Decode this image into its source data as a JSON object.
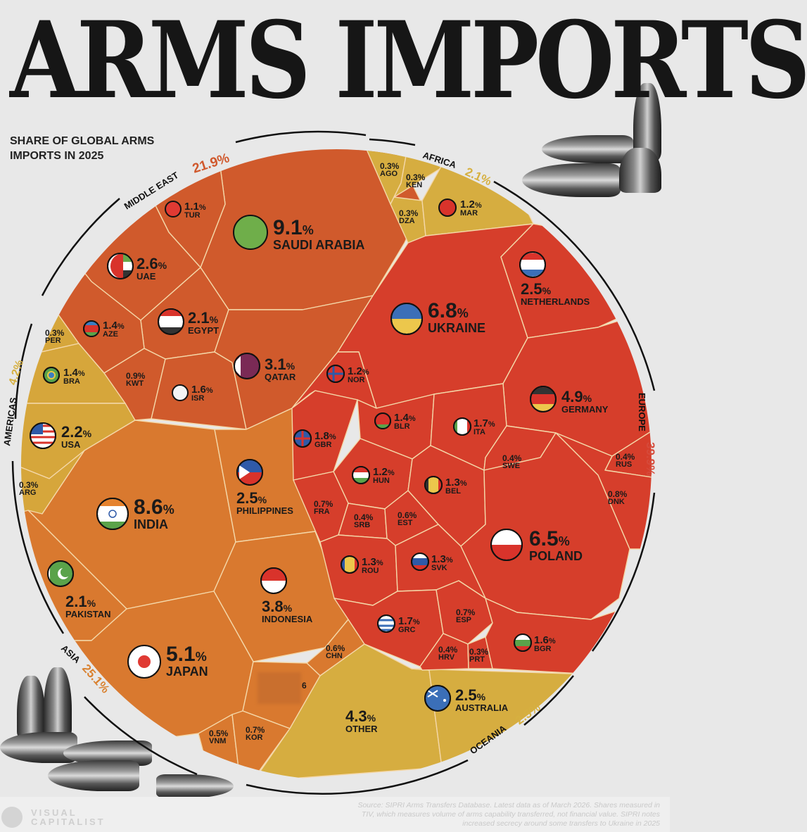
{
  "header": {
    "title": "ARMS IMPORTS",
    "subtitle_line1": "SHARE OF GLOBAL ARMS",
    "subtitle_line2": "IMPORTS IN 2025"
  },
  "colors": {
    "background": "#e8e8e8",
    "middle_east": "#d05a2c",
    "europe": "#d63e2b",
    "asia": "#d9792f",
    "americas": "#d6a63b",
    "africa": "#d6ad40",
    "oceania": "#d6ad40",
    "other": "#d6ad40",
    "cell_border": "#f4d7a8",
    "label_text": "#1a1a1a",
    "region_pct_middle_east": "#d0582c",
    "region_pct_europe": "#d64a3a",
    "region_pct_asia": "#d9812f",
    "region_pct_gold": "#d6b040"
  },
  "regions": {
    "middle_east": {
      "label": "MIDDLE EAST",
      "pct": "21.9%"
    },
    "africa": {
      "label": "AFRICA",
      "pct": "2.1%"
    },
    "europe": {
      "label": "EUROPE",
      "pct": "39.9%"
    },
    "oceania": {
      "label": "OCEANIA",
      "pct": "2.5%"
    },
    "asia": {
      "label": "ASIA",
      "pct": "25.1%"
    },
    "americas": {
      "label": "AMERICAS",
      "pct": "4.2%"
    }
  },
  "cells": {
    "tur": {
      "pct": "1.1",
      "name": "TUR"
    },
    "sau": {
      "pct": "9.1",
      "name": "SAUDI ARABIA"
    },
    "uae": {
      "pct": "2.6",
      "name": "UAE"
    },
    "egy": {
      "pct": "2.1",
      "name": "EGYPT"
    },
    "aze": {
      "pct": "1.4",
      "name": "AZE"
    },
    "kwt": {
      "pct": "0.9%",
      "name": "KWT"
    },
    "isr": {
      "pct": "1.6",
      "name": "ISR"
    },
    "qat": {
      "pct": "3.1",
      "name": "QATAR"
    },
    "ago": {
      "pct": "0.3%",
      "name": "AGO"
    },
    "ken": {
      "pct": "0.3%",
      "name": "KEN"
    },
    "dza": {
      "pct": "0.3%",
      "name": "DZA"
    },
    "mar": {
      "pct": "1.2",
      "name": "MAR"
    },
    "per": {
      "pct": "0.3%",
      "name": "PER"
    },
    "bra": {
      "pct": "1.4",
      "name": "BRA"
    },
    "usa": {
      "pct": "2.2",
      "name": "USA"
    },
    "arg": {
      "pct": "0.3%",
      "name": "ARG"
    },
    "ukr": {
      "pct": "6.8",
      "name": "UKRAINE"
    },
    "nld": {
      "pct": "2.5",
      "name": "NETHERLANDS"
    },
    "deu": {
      "pct": "4.9",
      "name": "GERMANY"
    },
    "nor": {
      "pct": "1.2",
      "name": "NOR"
    },
    "gbr": {
      "pct": "1.8",
      "name": "GBR"
    },
    "blr": {
      "pct": "1.4",
      "name": "BLR"
    },
    "ita": {
      "pct": "1.7",
      "name": "ITA"
    },
    "swe": {
      "pct": "0.4%",
      "name": "SWE"
    },
    "rus": {
      "pct": "0.4%",
      "name": "RUS"
    },
    "dnk": {
      "pct": "0.8%",
      "name": "DNK"
    },
    "hun": {
      "pct": "1.2",
      "name": "HUN"
    },
    "bel": {
      "pct": "1.3",
      "name": "BEL"
    },
    "fra": {
      "pct": "0.7%",
      "name": "FRA"
    },
    "srb": {
      "pct": "0.4%",
      "name": "SRB"
    },
    "est": {
      "pct": "0.6%",
      "name": "EST"
    },
    "pol": {
      "pct": "6.5",
      "name": "POLAND"
    },
    "rou": {
      "pct": "1.3",
      "name": "ROU"
    },
    "svk": {
      "pct": "1.3",
      "name": "SVK"
    },
    "grc": {
      "pct": "1.7",
      "name": "GRC"
    },
    "esp": {
      "pct": "0.7%",
      "name": "ESP"
    },
    "hrv": {
      "pct": "0.4%",
      "name": "HRV"
    },
    "prt": {
      "pct": "0.3%",
      "name": "PRT"
    },
    "bgr": {
      "pct": "1.6",
      "name": "BGR"
    },
    "ind": {
      "pct": "8.6",
      "name": "INDIA"
    },
    "phl": {
      "pct": "2.5",
      "name": "PHILIPPINES"
    },
    "pak": {
      "pct": "2.1",
      "name": "PAKISTAN"
    },
    "idn": {
      "pct": "3.8",
      "name": "INDONESIA"
    },
    "jpn": {
      "pct": "5.1",
      "name": "JAPAN"
    },
    "chn": {
      "pct": "0.6%",
      "name": "CHN"
    },
    "vnm": {
      "pct": "0.5%",
      "name": "VNM"
    },
    "kor": {
      "pct": "0.7%",
      "name": "KOR"
    },
    "other": {
      "pct": "4.3",
      "name": "OTHER"
    },
    "aus": {
      "pct": "2.5",
      "name": "AUSTRALIA"
    },
    "obscured_fragment": "6"
  },
  "pct_sign": "%",
  "footer": {
    "logo_line1": "VISUAL",
    "logo_line2": "CAPITALIST",
    "source": "Source: SIPRI Arms Transfers Database. Latest data as of March 2026. Shares measured in TIV, which measures volume of arms capability transferred, not financial value. SIPRI notes increased secrecy around some transfers to Ukraine in 2025"
  },
  "chart_data": {
    "type": "voronoi-treemap",
    "title": "ARMS IMPORTS",
    "subtitle": "Share of global arms imports in 2025",
    "unit": "%",
    "groups": [
      {
        "name": "Europe",
        "total": 39.9,
        "items": [
          {
            "code": "UKR",
            "name": "Ukraine",
            "value": 6.8
          },
          {
            "code": "POL",
            "name": "Poland",
            "value": 6.5
          },
          {
            "code": "DEU",
            "name": "Germany",
            "value": 4.9
          },
          {
            "code": "NLD",
            "name": "Netherlands",
            "value": 2.5
          },
          {
            "code": "GBR",
            "name": "United Kingdom",
            "value": 1.8
          },
          {
            "code": "ITA",
            "name": "Italy",
            "value": 1.7
          },
          {
            "code": "GRC",
            "name": "Greece",
            "value": 1.7
          },
          {
            "code": "BGR",
            "name": "Bulgaria",
            "value": 1.6
          },
          {
            "code": "BLR",
            "name": "Belarus",
            "value": 1.4
          },
          {
            "code": "BEL",
            "name": "Belgium",
            "value": 1.3
          },
          {
            "code": "ROU",
            "name": "Romania",
            "value": 1.3
          },
          {
            "code": "SVK",
            "name": "Slovakia",
            "value": 1.3
          },
          {
            "code": "NOR",
            "name": "Norway",
            "value": 1.2
          },
          {
            "code": "HUN",
            "name": "Hungary",
            "value": 1.2
          },
          {
            "code": "DNK",
            "name": "Denmark",
            "value": 0.8
          },
          {
            "code": "FRA",
            "name": "France",
            "value": 0.7
          },
          {
            "code": "ESP",
            "name": "Spain",
            "value": 0.7
          },
          {
            "code": "EST",
            "name": "Estonia",
            "value": 0.6
          },
          {
            "code": "SWE",
            "name": "Sweden",
            "value": 0.4
          },
          {
            "code": "RUS",
            "name": "Russia",
            "value": 0.4
          },
          {
            "code": "SRB",
            "name": "Serbia",
            "value": 0.4
          },
          {
            "code": "HRV",
            "name": "Croatia",
            "value": 0.4
          },
          {
            "code": "PRT",
            "name": "Portugal",
            "value": 0.3
          }
        ]
      },
      {
        "name": "Asia",
        "total": 25.1,
        "items": [
          {
            "code": "IND",
            "name": "India",
            "value": 8.6
          },
          {
            "code": "JPN",
            "name": "Japan",
            "value": 5.1
          },
          {
            "code": "IDN",
            "name": "Indonesia",
            "value": 3.8
          },
          {
            "code": "PHL",
            "name": "Philippines",
            "value": 2.5
          },
          {
            "code": "PAK",
            "name": "Pakistan",
            "value": 2.1
          },
          {
            "code": "KOR",
            "name": "South Korea",
            "value": 0.7
          },
          {
            "code": "CHN",
            "name": "China",
            "value": 0.6
          },
          {
            "code": "VNM",
            "name": "Vietnam",
            "value": 0.5
          }
        ]
      },
      {
        "name": "Middle East",
        "total": 21.9,
        "items": [
          {
            "code": "SAU",
            "name": "Saudi Arabia",
            "value": 9.1
          },
          {
            "code": "QAT",
            "name": "Qatar",
            "value": 3.1
          },
          {
            "code": "UAE",
            "name": "UAE",
            "value": 2.6
          },
          {
            "code": "EGY",
            "name": "Egypt",
            "value": 2.1
          },
          {
            "code": "ISR",
            "name": "Israel",
            "value": 1.6
          },
          {
            "code": "AZE",
            "name": "Azerbaijan",
            "value": 1.4
          },
          {
            "code": "TUR",
            "name": "Turkey",
            "value": 1.1
          },
          {
            "code": "KWT",
            "name": "Kuwait",
            "value": 0.9
          }
        ]
      },
      {
        "name": "Americas",
        "total": 4.2,
        "items": [
          {
            "code": "USA",
            "name": "United States",
            "value": 2.2
          },
          {
            "code": "BRA",
            "name": "Brazil",
            "value": 1.4
          },
          {
            "code": "PER",
            "name": "Peru",
            "value": 0.3
          },
          {
            "code": "ARG",
            "name": "Argentina",
            "value": 0.3
          }
        ]
      },
      {
        "name": "Oceania",
        "total": 2.5,
        "items": [
          {
            "code": "AUS",
            "name": "Australia",
            "value": 2.5
          }
        ]
      },
      {
        "name": "Africa",
        "total": 2.1,
        "items": [
          {
            "code": "MAR",
            "name": "Morocco",
            "value": 1.2
          },
          {
            "code": "AGO",
            "name": "Angola",
            "value": 0.3
          },
          {
            "code": "KEN",
            "name": "Kenya",
            "value": 0.3
          },
          {
            "code": "DZA",
            "name": "Algeria",
            "value": 0.3
          }
        ]
      },
      {
        "name": "Other",
        "total": 4.3,
        "items": [
          {
            "code": "OTHER",
            "name": "Other",
            "value": 4.3
          }
        ]
      }
    ]
  }
}
